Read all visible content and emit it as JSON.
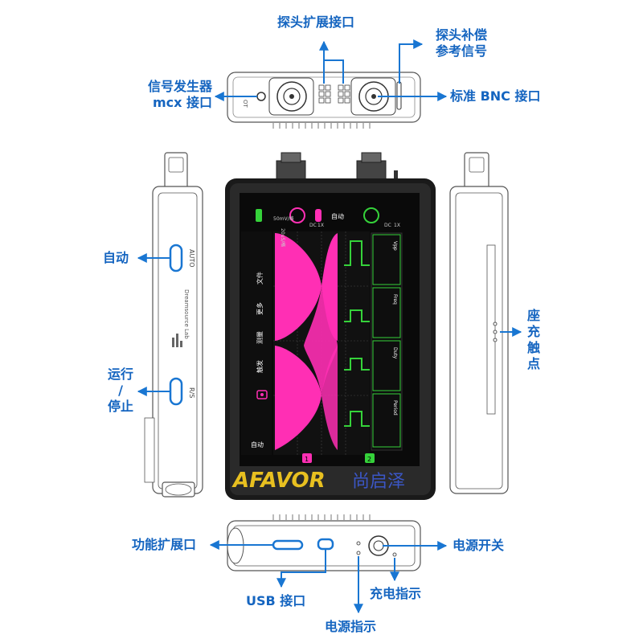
{
  "labels": {
    "probe_expansion_port": "探头扩展接口",
    "probe_comp_line1": "探头补偿",
    "probe_comp_line2": "参考信号",
    "siggen_line1": "信号发生器",
    "siggen_line2": "mcx 接口",
    "bnc_port": "标准 BNC 接口",
    "auto": "自动",
    "run_line1": "运行",
    "run_line2": "/",
    "run_line3": "停止",
    "dock_line1": "座",
    "dock_line2": "充",
    "dock_line3": "触",
    "dock_line4": "点",
    "function_port": "功能扩展口",
    "power_switch": "电源开关",
    "usb_port": "USB 接口",
    "charge_indicator": "充电指示",
    "power_indicator": "电源指示"
  },
  "device": {
    "brand": "AFAVOR",
    "brand_cn": "尚启泽",
    "side_button_auto": "AUTO",
    "side_button_rs": "R/S",
    "side_brand_text": "Dreamsource Lab",
    "top_port_out": "OT"
  },
  "screen": {
    "ch1_mode": "自动",
    "ch1_coupling": "DC",
    "ch1_probe": "1X",
    "ch2_coupling": "DC",
    "ch2_probe": "1X",
    "timebase": "20uS/格",
    "vdiv": "50mV/格",
    "menu": [
      "文件",
      "更多",
      "测量",
      "触发"
    ],
    "bottom_mode": "自动",
    "ch1_marker": "1",
    "ch2_marker": "2",
    "measure_labels": [
      "Vpp",
      "Freq",
      "Duty",
      "Period"
    ]
  },
  "colors": {
    "label_blue": "#1565c0",
    "arrow_blue": "#1976d2",
    "magenta": "#ff2fb4",
    "green": "#35d23a",
    "device_black": "#1a1a1a"
  }
}
